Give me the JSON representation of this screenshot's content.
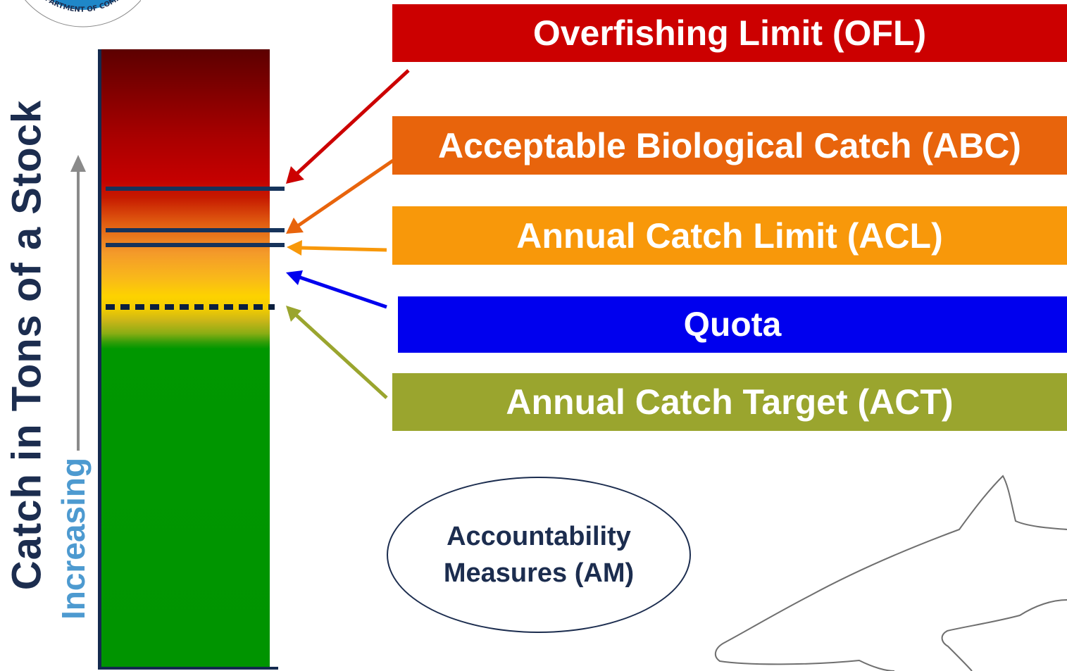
{
  "logo": {
    "text": "U.S. DEPARTMENT OF COMMERCE"
  },
  "axis": {
    "title": "Catch in Tons of a Stock",
    "direction_label": "Increasing"
  },
  "labels": {
    "ofl": "Overfishing Limit (OFL)",
    "abc": "Acceptable Biological Catch (ABC)",
    "acl": "Annual Catch Limit  (ACL)",
    "quota": "Quota",
    "act": "Annual Catch Target (ACT)"
  },
  "accountability": {
    "line1": "Accountability",
    "line2": "Measures (AM)"
  },
  "colors": {
    "ofl": "#cc0000",
    "abc": "#e8640c",
    "acl": "#f8980a",
    "quota": "#0000ee",
    "act": "#9aa52e",
    "axis_text": "#1c2d4f",
    "increasing_text": "#4d9ad0"
  }
}
